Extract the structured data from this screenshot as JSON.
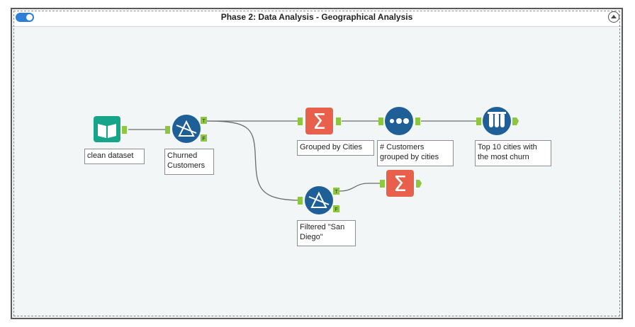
{
  "container": {
    "title": "Phase 2: Data Analysis - Geographical Analysis"
  },
  "tools": {
    "input": {
      "label": "clean dataset"
    },
    "filter1": {
      "label": "Churned\nCustomers",
      "anchor_true": "T",
      "anchor_false": "F"
    },
    "summarize1": {
      "label": "Grouped by Cities"
    },
    "count": {
      "label": "# Customers\ngrouped by cities"
    },
    "sample": {
      "label": "Top 10 cities with\nthe most churn"
    },
    "filter2": {
      "label": "Filtered \"San\nDiego\"",
      "anchor_true": "T",
      "anchor_false": "F"
    }
  },
  "colors": {
    "anchor": "#8dc63f",
    "input_tool": "#17a589",
    "filter_tool": "#1f5f97",
    "summarize_tool": "#e8604c",
    "connection": "#6b6b6b"
  }
}
